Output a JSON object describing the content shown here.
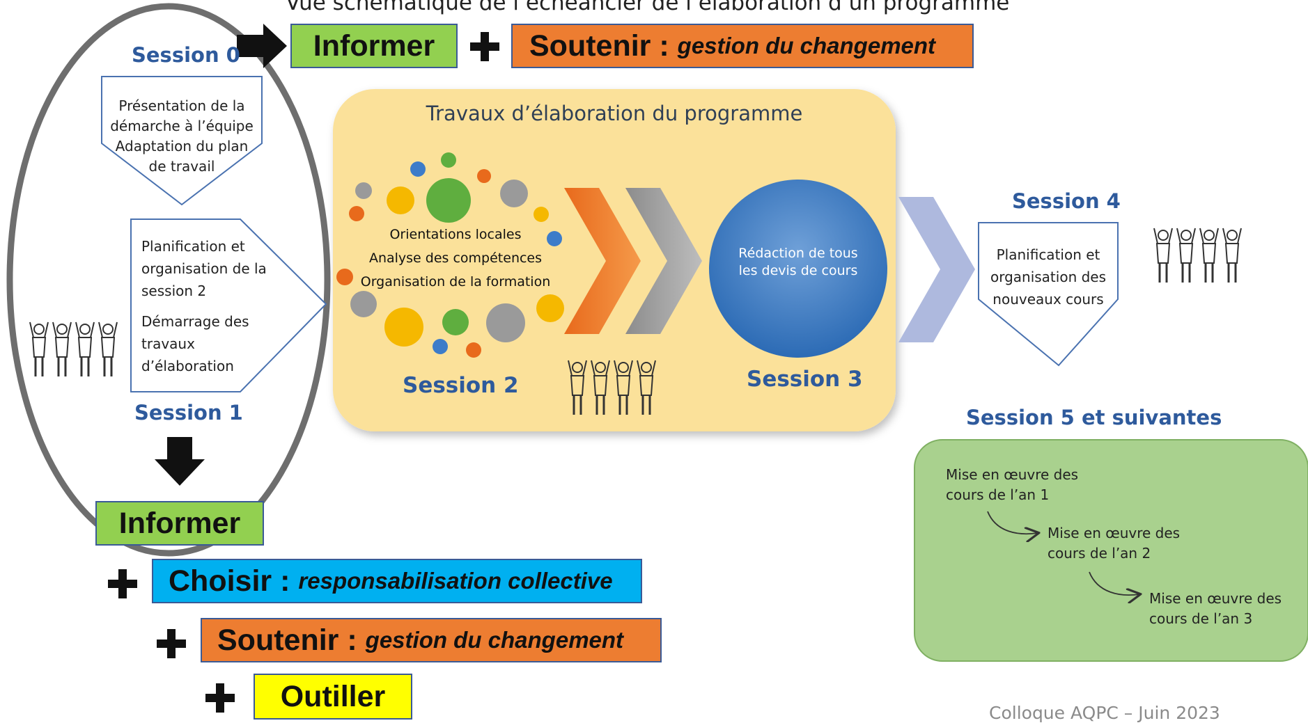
{
  "header_title": "Vue schématique de l’échéancier de l’élaboration d’un programme",
  "session0": {
    "label": "Session 0",
    "box_lines": [
      "Présentation de la",
      "démarche à l’équipe",
      "Adaptation du plan",
      "de travail"
    ]
  },
  "session1": {
    "label": "Session 1",
    "box_group1": [
      "Planification et",
      "organisation de la",
      "session 2"
    ],
    "box_group2": [
      "Démarrage des",
      "travaux",
      "d’élaboration"
    ]
  },
  "travaux": {
    "title": "Travaux d’élaboration du programme",
    "lines": [
      "Orientations locales",
      "Analyse des compétences",
      "Organisation de la formation"
    ],
    "session2_label": "Session 2",
    "session3_label": "Session 3",
    "circle_lines": [
      "Rédaction de tous",
      "les devis de cours"
    ]
  },
  "session4": {
    "label": "Session 4",
    "box_lines": [
      "Planification et",
      "organisation des",
      "nouveaux cours"
    ]
  },
  "session5": {
    "label": "Session 5 et suivantes",
    "steps": [
      [
        "Mise en œuvre des",
        "cours de l’an 1"
      ],
      [
        "Mise en œuvre des",
        "cours de l’an 2"
      ],
      [
        "Mise en œuvre des",
        "cours de l’an 3"
      ]
    ]
  },
  "tags": {
    "informer": "Informer",
    "soutenir": "Soutenir :",
    "soutenir_sub": "gestion du changement",
    "choisir": "Choisir :",
    "choisir_sub": "responsabilisation collective",
    "outiller": "Outiller"
  },
  "footer": "Colloque AQPC – Juin 2023",
  "colors": {
    "informer": "#92d050",
    "soutenir": "#ed7d31",
    "choisir": "#00b0f0",
    "outiller": "#ffff00",
    "session_blue": "#2e5a9c",
    "travaux_bg": "#fbe19a",
    "session5_bg": "#a9d18e"
  }
}
